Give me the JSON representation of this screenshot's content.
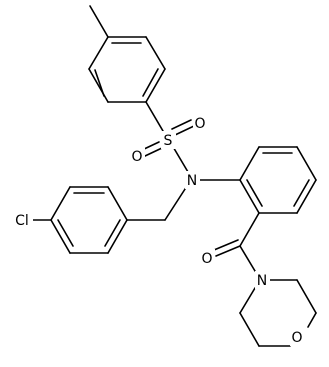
{
  "atom_labels": {
    "cl": "Cl",
    "s": "S",
    "o_sulfonyl_top": "O",
    "o_sulfonyl_bottom": "O",
    "n_sulfonamide": "N",
    "o_carbonyl": "O",
    "n_morpholine": "N",
    "o_morpholine": "O"
  },
  "colors": {
    "bond": "#000000",
    "label": "#000000",
    "background": "#ffffff"
  }
}
